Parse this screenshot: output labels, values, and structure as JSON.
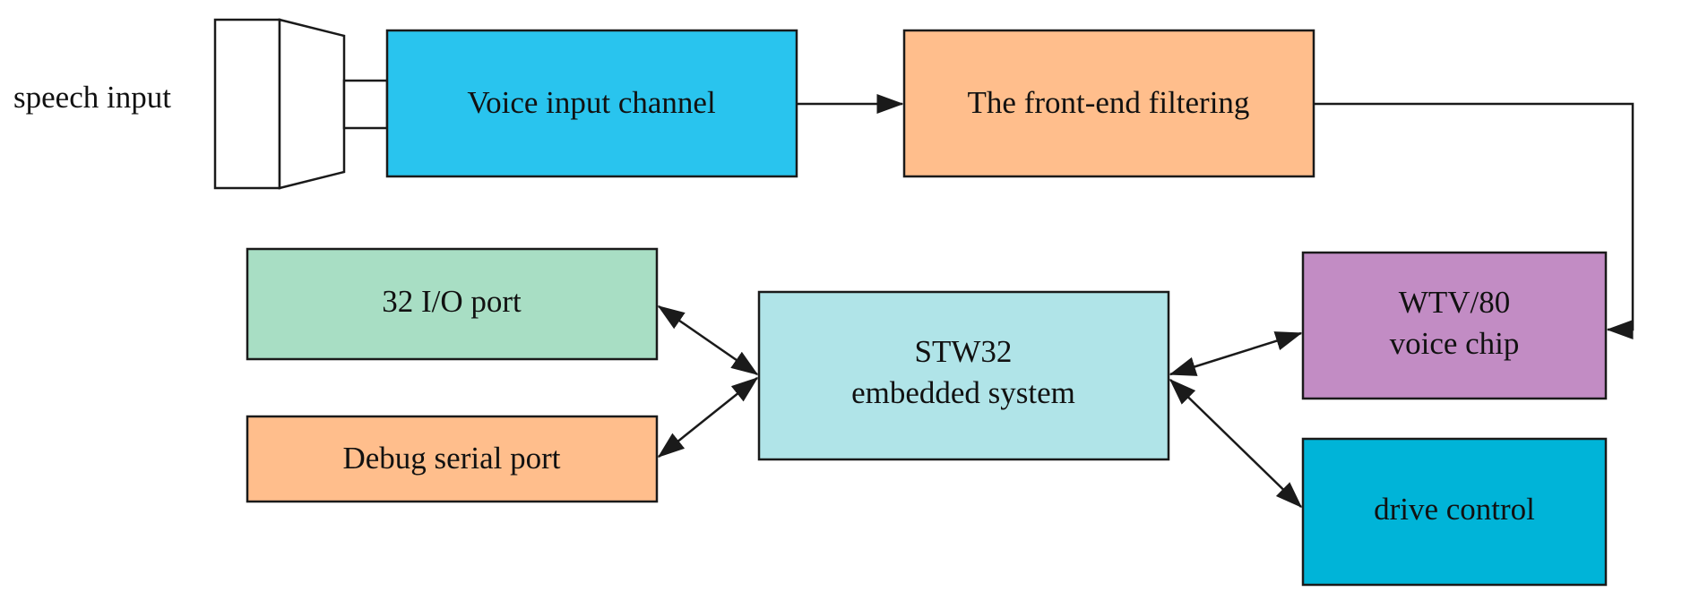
{
  "speech_input_label": "speech input",
  "blocks": {
    "voice_input_channel": {
      "label": "Voice input channel",
      "color": "#29C4EE"
    },
    "front_end_filtering": {
      "label": "The front-end filtering",
      "color": "#FFBE8C"
    },
    "wtv80_voice_chip": {
      "line1": "WTV/80",
      "line2": "voice chip",
      "color": "#C28CC4"
    },
    "stw32_embedded_system": {
      "line1": "STW32",
      "line2": "embedded system",
      "color": "#B0E4E8"
    },
    "io_port": {
      "label": "32 I/O port",
      "color": "#A8DEC4"
    },
    "debug_serial_port": {
      "label": "Debug serial port",
      "color": "#FFBE8C"
    },
    "drive_control": {
      "label": "drive control",
      "color": "#00B4D8"
    }
  },
  "connections": [
    {
      "from": "speech input",
      "to": "Voice input channel",
      "direction": "none"
    },
    {
      "from": "Voice input channel",
      "to": "The front-end filtering",
      "direction": "forward"
    },
    {
      "from": "The front-end filtering",
      "to": "WTV/80 voice chip",
      "direction": "forward"
    },
    {
      "from": "WTV/80 voice chip",
      "to": "STW32 embedded system",
      "direction": "both"
    },
    {
      "from": "32 I/O port",
      "to": "STW32 embedded system",
      "direction": "both"
    },
    {
      "from": "Debug serial port",
      "to": "STW32 embedded system",
      "direction": "both"
    },
    {
      "from": "STW32 embedded system",
      "to": "drive control",
      "direction": "both"
    }
  ]
}
